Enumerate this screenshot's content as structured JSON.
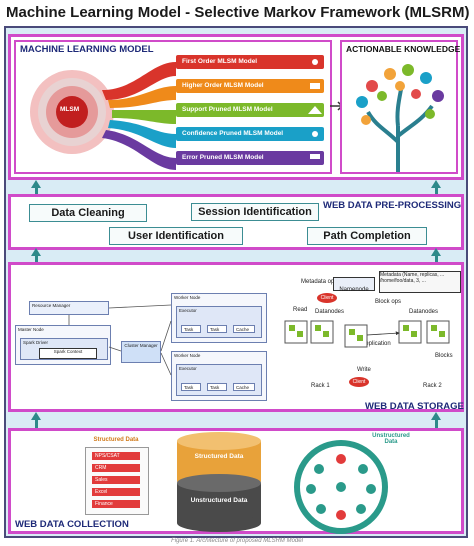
{
  "title": "Machine Learning Model - Selective Markov Framework (MLSRM)",
  "ml_panel": {
    "heading": "MACHINE LEARNING MODEL",
    "core_label": "MLSM",
    "models": [
      {
        "label": "First Order MLSM Model",
        "color": "#d9342b"
      },
      {
        "label": "Higher Order MLSM Model",
        "color": "#ef8a1a"
      },
      {
        "label": "Support Pruned MLSM Model",
        "color": "#7cb92a"
      },
      {
        "label": "Confidence Pruned MLSM Model",
        "color": "#1aa0c8"
      },
      {
        "label": "Error Pruned MLSM Model",
        "color": "#6a3aa0"
      }
    ]
  },
  "knowledge_panel": {
    "heading": "ACTIONABLE KNOWLEDGE"
  },
  "preprocessing": {
    "heading": "WEB DATA PRE-PROCESSING",
    "steps": [
      "Data Cleaning",
      "Session Identification",
      "User Identification",
      "Path Completion"
    ]
  },
  "storage": {
    "heading": "WEB DATA STORAGE",
    "spark": {
      "resource_manager": "Resource Manager",
      "master_node": "Master Node",
      "spark_driver": "Spark Driver",
      "spark_context": "Spark Context",
      "cluster_manager": "Cluster Manager",
      "worker_node": "Worker Node",
      "executor": "Executor",
      "task": "Task",
      "cache": "Cache"
    },
    "hdfs": {
      "metadata_ops": "Metadata ops",
      "namenode": "Namenode",
      "metadata_text": "Metadata (Name, replicas, ...",
      "metadata_path": "/home/foo/data, 3, ...",
      "client": "Client",
      "read": "Read",
      "datanodes": "Datanodes",
      "block_ops": "Block ops",
      "replication": "Replication",
      "blocks": "Blocks",
      "write": "Write",
      "rack1": "Rack 1",
      "rack2": "Rack 2"
    }
  },
  "collection": {
    "heading": "WEB DATA COLLECTION",
    "structured_label": "Structured Data",
    "structured_items": [
      "NPS/CSAT",
      "CRM",
      "Sales",
      "Excel",
      "Finance"
    ],
    "cylinder_top": "Structured Data",
    "cylinder_bottom": "Unstructured Data",
    "unstructured_label": "Unstructured Data"
  },
  "caption": "Figure 1. Architecture of proposed MLSRM Model"
}
